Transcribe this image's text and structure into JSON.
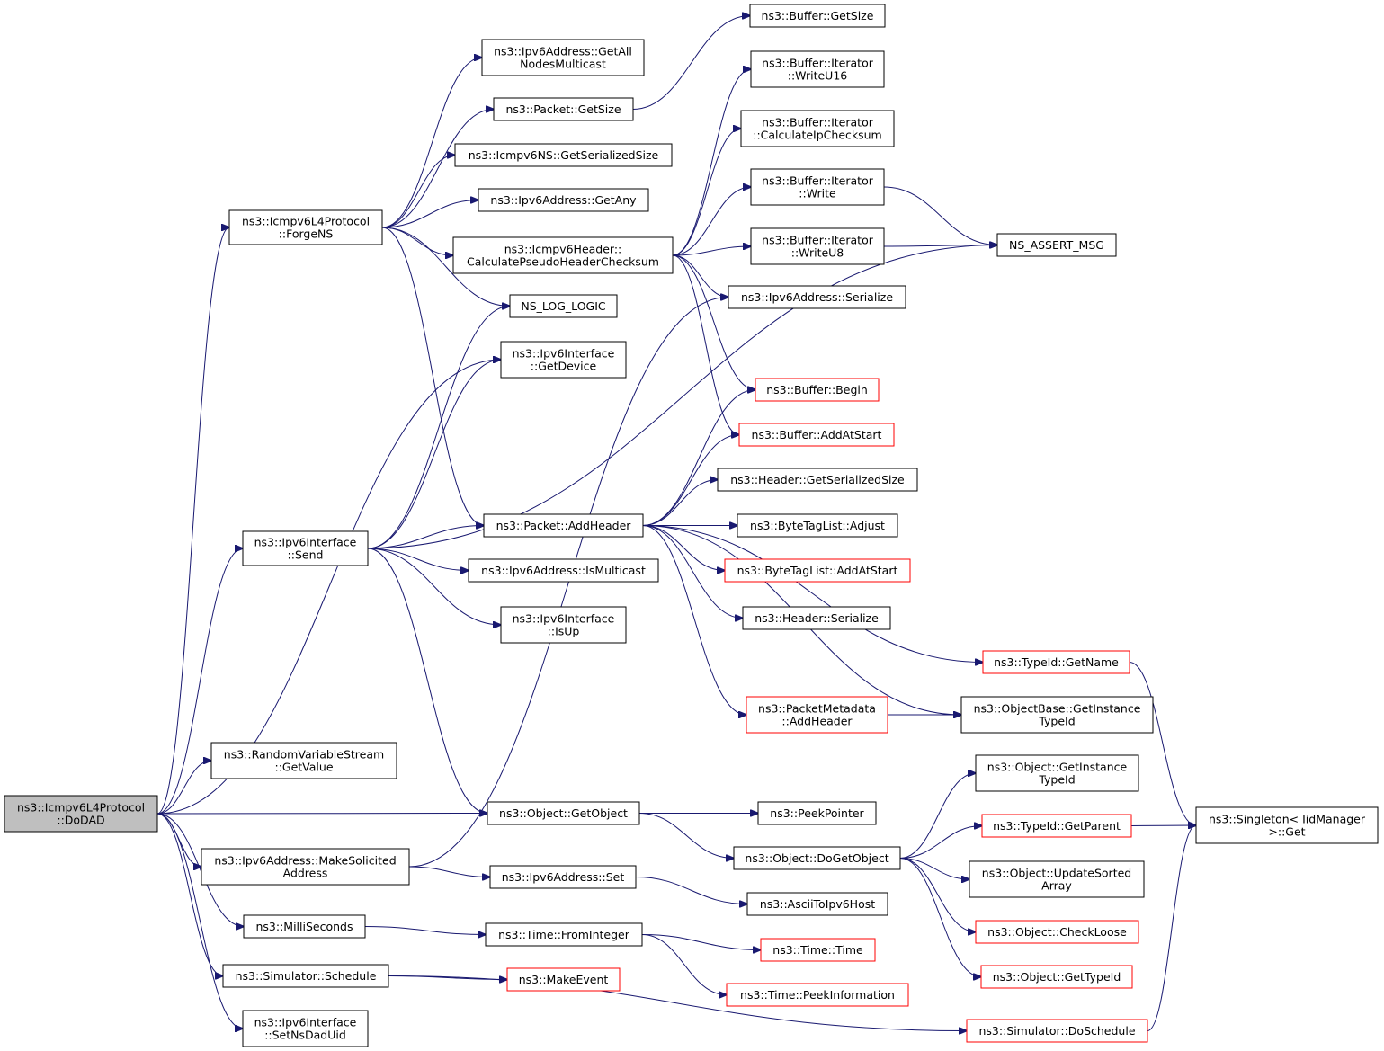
{
  "colors": {
    "edge": "#191970",
    "node_border": "#000000",
    "node_border_truncated": "#ff0000",
    "focus_fill": "#bfbfbf",
    "node_fill": "#ffffff"
  },
  "nodes": {
    "dodad": {
      "label": [
        "ns3::Icmpv6L4Protocol",
        "::DoDAD"
      ],
      "style": "focus"
    },
    "forgens": {
      "label": [
        "ns3::Icmpv6L4Protocol",
        "::ForgeNS"
      ],
      "style": "normal"
    },
    "ifsend": {
      "label": [
        "ns3::Ipv6Interface",
        "::Send"
      ],
      "style": "normal"
    },
    "rvs": {
      "label": [
        "ns3::RandomVariableStream",
        "::GetValue"
      ],
      "style": "normal"
    },
    "makesol": {
      "label": [
        "ns3::Ipv6Address::MakeSolicited",
        "Address"
      ],
      "style": "normal"
    },
    "milli": {
      "label": [
        "ns3::MilliSeconds"
      ],
      "style": "normal"
    },
    "schedule": {
      "label": [
        "ns3::Simulator::Schedule"
      ],
      "style": "normal"
    },
    "setnsdad": {
      "label": [
        "ns3::Ipv6Interface",
        "::SetNsDadUid"
      ],
      "style": "normal"
    },
    "getallnodes": {
      "label": [
        "ns3::Ipv6Address::GetAll",
        "NodesMulticast"
      ],
      "style": "normal"
    },
    "pktgetsize": {
      "label": [
        "ns3::Packet::GetSize"
      ],
      "style": "normal"
    },
    "nsgetser": {
      "label": [
        "ns3::Icmpv6NS::GetSerializedSize"
      ],
      "style": "normal"
    },
    "getany": {
      "label": [
        "ns3::Ipv6Address::GetAny"
      ],
      "style": "normal"
    },
    "calcpseudo": {
      "label": [
        "ns3::Icmpv6Header::",
        "CalculatePseudoHeaderChecksum"
      ],
      "style": "normal"
    },
    "nslog": {
      "label": [
        "NS_LOG_LOGIC"
      ],
      "style": "normal"
    },
    "getdevice": {
      "label": [
        "ns3::Ipv6Interface",
        "::GetDevice"
      ],
      "style": "normal"
    },
    "addheader": {
      "label": [
        "ns3::Packet::AddHeader"
      ],
      "style": "normal"
    },
    "ismulticast": {
      "label": [
        "ns3::Ipv6Address::IsMulticast"
      ],
      "style": "normal"
    },
    "isup": {
      "label": [
        "ns3::Ipv6Interface",
        "::IsUp"
      ],
      "style": "normal"
    },
    "getobject": {
      "label": [
        "ns3::Object::GetObject"
      ],
      "style": "normal"
    },
    "ipset": {
      "label": [
        "ns3::Ipv6Address::Set"
      ],
      "style": "normal"
    },
    "frominteger": {
      "label": [
        "ns3::Time::FromInteger"
      ],
      "style": "normal"
    },
    "makeevent": {
      "label": [
        "ns3::MakeEvent"
      ],
      "style": "truncated"
    },
    "bufgetsize": {
      "label": [
        "ns3::Buffer::GetSize"
      ],
      "style": "normal"
    },
    "writeu16": {
      "label": [
        "ns3::Buffer::Iterator",
        "::WriteU16"
      ],
      "style": "normal"
    },
    "calcip": {
      "label": [
        "ns3::Buffer::Iterator",
        "::CalculateIpChecksum"
      ],
      "style": "normal"
    },
    "write": {
      "label": [
        "ns3::Buffer::Iterator",
        "::Write"
      ],
      "style": "normal"
    },
    "writeu8": {
      "label": [
        "ns3::Buffer::Iterator",
        "::WriteU8"
      ],
      "style": "normal"
    },
    "ipserialize": {
      "label": [
        "ns3::Ipv6Address::Serialize"
      ],
      "style": "normal"
    },
    "bufbegin": {
      "label": [
        "ns3::Buffer::Begin"
      ],
      "style": "truncated"
    },
    "addatstart": {
      "label": [
        "ns3::Buffer::AddAtStart"
      ],
      "style": "truncated"
    },
    "hdrgetser": {
      "label": [
        "ns3::Header::GetSerializedSize"
      ],
      "style": "normal"
    },
    "btladjust": {
      "label": [
        "ns3::ByteTagList::Adjust"
      ],
      "style": "normal"
    },
    "btladdatstart": {
      "label": [
        "ns3::ByteTagList::AddAtStart"
      ],
      "style": "truncated"
    },
    "hdrserialize": {
      "label": [
        "ns3::Header::Serialize"
      ],
      "style": "normal"
    },
    "pmaddheader": {
      "label": [
        "ns3::PacketMetadata",
        "::AddHeader"
      ],
      "style": "truncated"
    },
    "peekpointer": {
      "label": [
        "ns3::PeekPointer"
      ],
      "style": "normal"
    },
    "dogetobject": {
      "label": [
        "ns3::Object::DoGetObject"
      ],
      "style": "normal"
    },
    "asciito": {
      "label": [
        "ns3::AsciiToIpv6Host"
      ],
      "style": "normal"
    },
    "timetime": {
      "label": [
        "ns3::Time::Time"
      ],
      "style": "truncated"
    },
    "peekinfo": {
      "label": [
        "ns3::Time::PeekInformation"
      ],
      "style": "truncated"
    },
    "nsassert": {
      "label": [
        "NS_ASSERT_MSG"
      ],
      "style": "normal"
    },
    "typeidgetname": {
      "label": [
        "ns3::TypeId::GetName"
      ],
      "style": "truncated"
    },
    "objbasegetinst": {
      "label": [
        "ns3::ObjectBase::GetInstance",
        "TypeId"
      ],
      "style": "normal"
    },
    "objgetinst": {
      "label": [
        "ns3::Object::GetInstance",
        "TypeId"
      ],
      "style": "normal"
    },
    "typeidgetparent": {
      "label": [
        "ns3::TypeId::GetParent"
      ],
      "style": "truncated"
    },
    "updatesorted": {
      "label": [
        "ns3::Object::UpdateSorted",
        "Array"
      ],
      "style": "normal"
    },
    "checkloose": {
      "label": [
        "ns3::Object::CheckLoose"
      ],
      "style": "truncated"
    },
    "gettypeid": {
      "label": [
        "ns3::Object::GetTypeId"
      ],
      "style": "truncated"
    },
    "doschedule": {
      "label": [
        "ns3::Simulator::DoSchedule"
      ],
      "style": "truncated"
    },
    "singleton": {
      "label": [
        "ns3::Singleton< IidManager",
        ">::Get"
      ],
      "style": "normal"
    }
  },
  "edges": [
    [
      "dodad",
      "forgens"
    ],
    [
      "dodad",
      "ifsend"
    ],
    [
      "dodad",
      "getdevice"
    ],
    [
      "dodad",
      "rvs"
    ],
    [
      "dodad",
      "getobject"
    ],
    [
      "dodad",
      "makesol"
    ],
    [
      "dodad",
      "milli"
    ],
    [
      "dodad",
      "schedule"
    ],
    [
      "dodad",
      "setnsdad"
    ],
    [
      "forgens",
      "getallnodes"
    ],
    [
      "forgens",
      "pktgetsize"
    ],
    [
      "forgens",
      "nsgetser"
    ],
    [
      "forgens",
      "getany"
    ],
    [
      "forgens",
      "calcpseudo"
    ],
    [
      "forgens",
      "nslog"
    ],
    [
      "forgens",
      "addheader"
    ],
    [
      "pktgetsize",
      "bufgetsize"
    ],
    [
      "calcpseudo",
      "writeu16"
    ],
    [
      "calcpseudo",
      "calcip"
    ],
    [
      "calcpseudo",
      "write"
    ],
    [
      "calcpseudo",
      "writeu8"
    ],
    [
      "calcpseudo",
      "ipserialize"
    ],
    [
      "calcpseudo",
      "bufbegin"
    ],
    [
      "calcpseudo",
      "addatstart"
    ],
    [
      "write",
      "nsassert"
    ],
    [
      "writeu8",
      "nsassert"
    ],
    [
      "ifsend",
      "nslog"
    ],
    [
      "ifsend",
      "getdevice"
    ],
    [
      "ifsend",
      "nsassert"
    ],
    [
      "ifsend",
      "addheader"
    ],
    [
      "ifsend",
      "ismulticast"
    ],
    [
      "ifsend",
      "isup"
    ],
    [
      "ifsend",
      "getobject"
    ],
    [
      "addheader",
      "bufbegin"
    ],
    [
      "addheader",
      "addatstart"
    ],
    [
      "addheader",
      "hdrgetser"
    ],
    [
      "addheader",
      "btladjust"
    ],
    [
      "addheader",
      "btladdatstart"
    ],
    [
      "addheader",
      "hdrserialize"
    ],
    [
      "addheader",
      "typeidgetname"
    ],
    [
      "addheader",
      "pmaddheader"
    ],
    [
      "addheader",
      "objbasegetinst"
    ],
    [
      "pmaddheader",
      "objbasegetinst"
    ],
    [
      "typeidgetname",
      "singleton"
    ],
    [
      "getobject",
      "peekpointer"
    ],
    [
      "getobject",
      "dogetobject"
    ],
    [
      "dogetobject",
      "objgetinst"
    ],
    [
      "dogetobject",
      "typeidgetparent"
    ],
    [
      "dogetobject",
      "updatesorted"
    ],
    [
      "dogetobject",
      "checkloose"
    ],
    [
      "dogetobject",
      "gettypeid"
    ],
    [
      "typeidgetparent",
      "singleton"
    ],
    [
      "makesol",
      "ipserialize"
    ],
    [
      "makesol",
      "ipset"
    ],
    [
      "ipset",
      "asciito"
    ],
    [
      "milli",
      "frominteger"
    ],
    [
      "frominteger",
      "timetime"
    ],
    [
      "frominteger",
      "peekinfo"
    ],
    [
      "schedule",
      "makeevent"
    ],
    [
      "schedule",
      "doschedule"
    ],
    [
      "doschedule",
      "singleton"
    ]
  ]
}
